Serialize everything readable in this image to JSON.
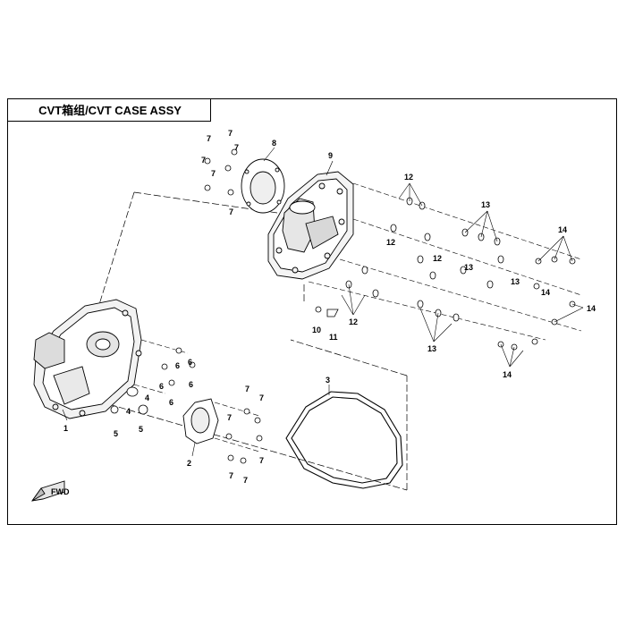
{
  "title": "CVT箱组/CVT CASE ASSY",
  "fwd_label": "FWD",
  "callouts": {
    "c1": "1",
    "c2": "2",
    "c3": "3",
    "c4a": "4",
    "c4b": "4",
    "c5a": "5",
    "c5b": "5",
    "c6a": "6",
    "c6b": "6",
    "c6c": "6",
    "c6d": "6",
    "c6e": "6",
    "c7a": "7",
    "c7b": "7",
    "c7c": "7",
    "c7d": "7",
    "c7e": "7",
    "c7f": "7",
    "c7g": "7",
    "c7h": "7",
    "c7i": "7",
    "c7j": "7",
    "c7k": "7",
    "c8": "8",
    "c9": "9",
    "c10": "10",
    "c11": "11",
    "c12a": "12",
    "c12b": "12",
    "c12c": "12",
    "c12d": "12",
    "c13a": "13",
    "c13b": "13",
    "c13c": "13",
    "c13d": "13",
    "c14a": "14",
    "c14b": "14",
    "c14c": "14",
    "c14d": "14"
  }
}
